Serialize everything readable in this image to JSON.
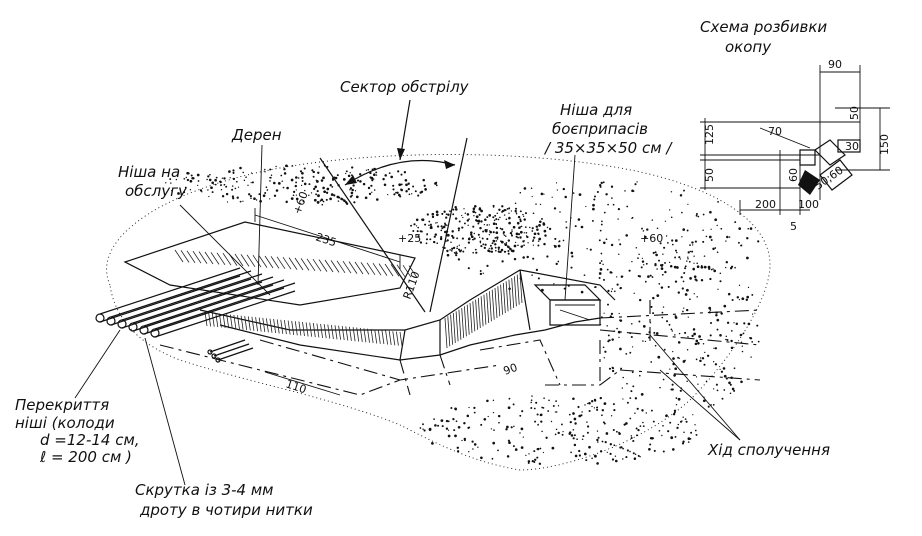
{
  "scheme": {
    "title_line1": "Схема  розбивки",
    "title_line2": "окопу",
    "dims": {
      "d90": "90",
      "d50": "50",
      "d70": "70",
      "d125": "125",
      "d30": "30",
      "d150": "150",
      "d50b": "50",
      "d60": "60",
      "d200": "200",
      "d100": "100",
      "d5": "5",
      "d5060": "50;60"
    }
  },
  "labels": {
    "sector": "Сектор  обстрілу",
    "deren": "Дерен",
    "nisha_obsl_1": "Ніша  на",
    "nisha_obsl_2": "обслугу",
    "nisha_boe_1": "Ніша  для",
    "nisha_boe_2": "боєприпасів",
    "nisha_boe_3": "/ 35×35×50 см /",
    "perekryttia_1": "Перекриття",
    "perekryttia_2": "ніші (колоди",
    "perekryttia_3": "d =12-14 см,",
    "perekryttia_4": "ℓ = 200 см )",
    "skrutka_1": "Скрутка  із 3-4 мм",
    "skrutka_2": "дроту в чотири  нитки",
    "khid": "Хід  сполучення"
  },
  "dims_main": {
    "d235": "235",
    "p25": "+25",
    "p60": "+60",
    "p60b": "+60",
    "r110": "R110",
    "d110": "110",
    "d90": "90"
  }
}
